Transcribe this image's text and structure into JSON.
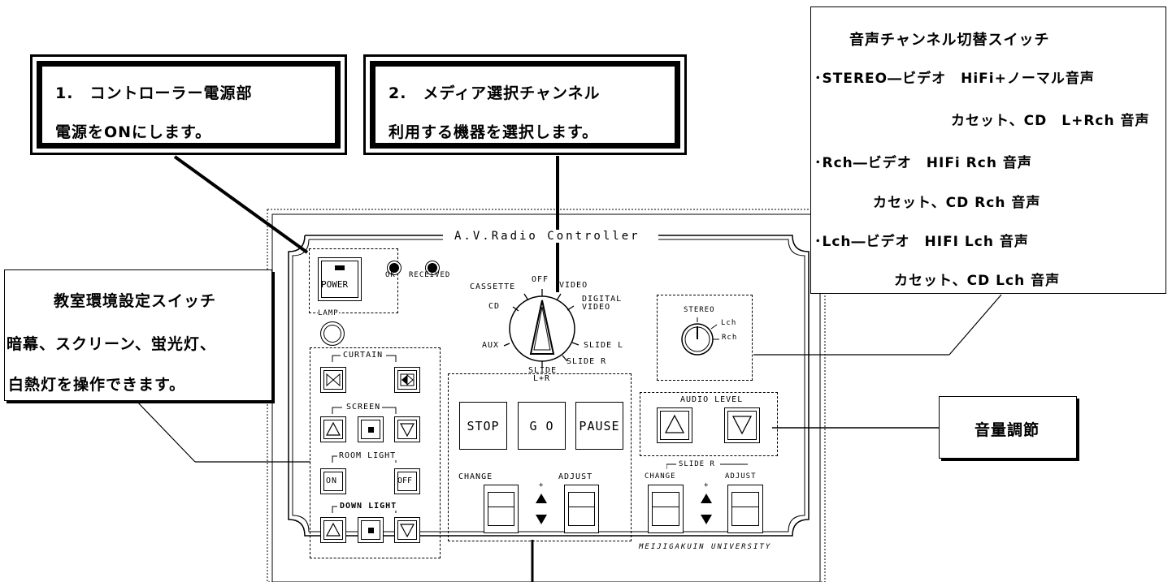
{
  "callouts": {
    "power": {
      "line1": "1.　コントローラー電源部",
      "line2": "電源をONにします。"
    },
    "media": {
      "line1": "2.　メディア選択チャンネル",
      "line2": "利用する機器を選択します。"
    },
    "env": {
      "line1": "教室環境設定スイッチ",
      "line2": "暗幕、スクリーン、蛍光灯、",
      "line3": "白熱灯を操作できます。"
    },
    "audio_switch": {
      "title": "音声チャンネル切替スイッチ",
      "line1": "･STEREO―ビデオ　HiFi+ノーマル音声",
      "line2": "カセット、CD　L+Rch 音声",
      "line3": "･Rch―ビデオ　HIFi Rch 音声",
      "line4": "カセット、CD Rch 音声",
      "line5": "･Lch―ビデオ　HIFI Lch 音声",
      "line6": "カセット、CD Lch 音声"
    },
    "volume": {
      "label": "音量調節"
    }
  },
  "panel": {
    "title": "A.V.Radio Controller",
    "power_button": "POWER",
    "ok": "OK",
    "received": "RECEIVED",
    "lamp": "LAMP",
    "curtain": "CURTAIN",
    "screen": "SCREEN",
    "room_light": "ROOM LIGHT",
    "room_on": "ON",
    "room_off": "OFF",
    "down_light": "DOWN LIGHT",
    "dial": {
      "off": "OFF",
      "video": "VIDEO",
      "digital_video_1": "DIGITAL",
      "digital_video_2": "VIDEO",
      "cassette": "CASSETTE",
      "cd": "CD",
      "aux": "AUX",
      "slide_l": "SLIDE L",
      "slide_r": "SLIDE R",
      "slide_lr_1": "SLIDE",
      "slide_lr_2": "L+R"
    },
    "stereo": "STEREO",
    "lch": "Lch",
    "rch": "Rch",
    "audio_level": "AUDIO LEVEL",
    "stop": "STOP",
    "go": "G O",
    "pause": "PAUSE",
    "change": "CHANGE",
    "adjust": "ADJUST",
    "plus": "+",
    "minus": "-",
    "slide_r_label": "SLIDE R",
    "change2": "CHANGE",
    "adjust2": "ADJUST",
    "plus2": "+",
    "minus2": "-",
    "university": "MEIJIGAKUIN UNIVERSITY"
  }
}
